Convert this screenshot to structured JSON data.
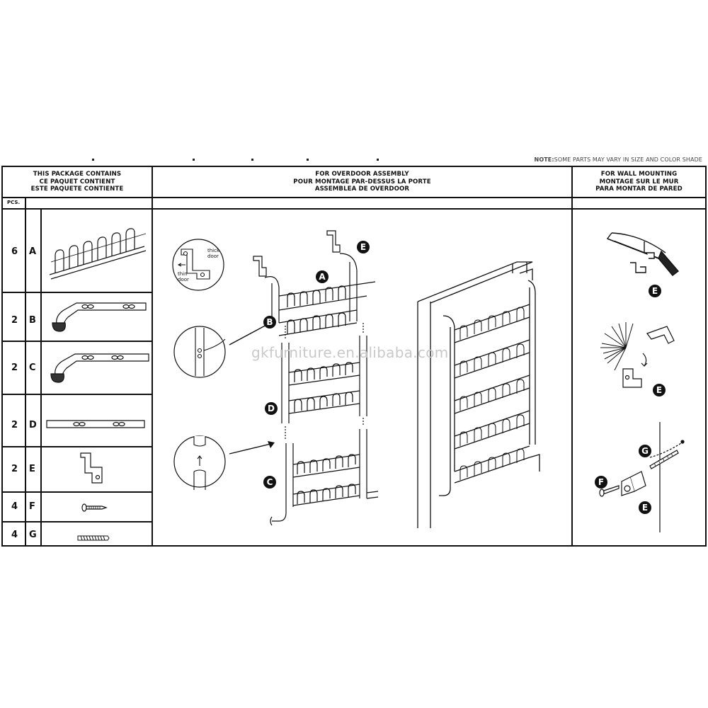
{
  "note": {
    "label": "NOTE:",
    "text": "SOME PARTS MAY VARY IN SIZE AND COLOR SHADE"
  },
  "columns": {
    "contents": {
      "line1": "THIS PACKAGE CONTAINS",
      "line2": "CE PAQUET CONTIENT",
      "line3": "ESTE PAQUETE CONTIENTE"
    },
    "overdoor": {
      "line1": "FOR OVERDOOR ASSEMBLY",
      "line2": "POUR MONTAGE PAR-DESSUS LA PORTE",
      "line3": "ASSEMBLEA DE OVERDOOR"
    },
    "wall": {
      "line1": "FOR WALL MOUNTING",
      "line2": "MONTAGE SUR LE MUR",
      "line3": "PARA MONTAR DE PARED"
    }
  },
  "pcs_label": "PCS.",
  "parts": [
    {
      "qty": "6",
      "letter": "A",
      "name": "shelf-rack"
    },
    {
      "qty": "2",
      "letter": "B",
      "name": "bent-tube-foot"
    },
    {
      "qty": "2",
      "letter": "C",
      "name": "bent-tube"
    },
    {
      "qty": "2",
      "letter": "D",
      "name": "straight-tube"
    },
    {
      "qty": "2",
      "letter": "E",
      "name": "door-hook"
    },
    {
      "qty": "4",
      "letter": "F",
      "name": "screw"
    },
    {
      "qty": "4",
      "letter": "G",
      "name": "wall-anchor"
    }
  ],
  "detail": {
    "thick": "thick",
    "door1": "door",
    "thin": "thin",
    "door2": "door"
  },
  "callouts": {
    "A": "A",
    "B": "B",
    "C": "C",
    "D": "D",
    "E": "E",
    "E2": "E",
    "E3": "E",
    "E4": "E",
    "F": "F",
    "G": "G"
  },
  "watermark": "gkfurniture.en.alibaba.com"
}
